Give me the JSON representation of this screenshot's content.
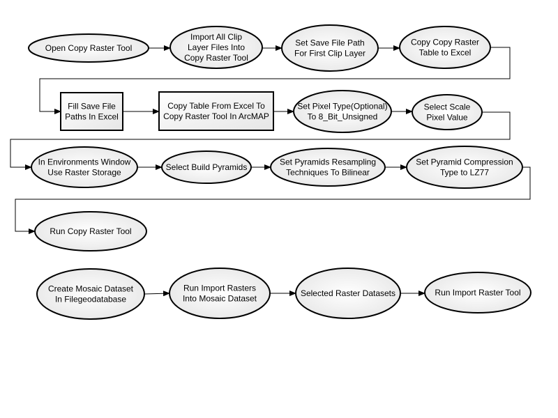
{
  "colors": {
    "fill_light": "#ffffff",
    "fill_dark": "#e6e6e6",
    "stroke": "#000000",
    "background": "#ffffff"
  },
  "nodes": [
    {
      "id": "open-copy-raster-tool",
      "shape": "ellipse",
      "lines": [
        "Open Copy Raster Tool"
      ]
    },
    {
      "id": "import-clip-layer-files",
      "shape": "ellipse",
      "lines": [
        "Import All Clip",
        "Layer Files Into",
        "Copy Raster Tool"
      ]
    },
    {
      "id": "set-save-file-path",
      "shape": "ellipse",
      "lines": [
        "Set Save File Path",
        "For First Clip Layer"
      ]
    },
    {
      "id": "copy-raster-table-to-excel",
      "shape": "ellipse",
      "lines": [
        "Copy Copy Raster",
        "Table to Excel"
      ]
    },
    {
      "id": "fill-save-file-paths",
      "shape": "rect",
      "lines": [
        "Fill Save File",
        "Paths In Excel"
      ]
    },
    {
      "id": "copy-table-from-excel",
      "shape": "rect",
      "lines": [
        "Copy Table From Excel To",
        "Copy Raster Tool In ArcMAP"
      ]
    },
    {
      "id": "set-pixel-type",
      "shape": "ellipse",
      "lines": [
        "Set Pixel Type(Optional)",
        "To 8_Bit_Unsigned"
      ]
    },
    {
      "id": "select-scale-pixel-value",
      "shape": "ellipse",
      "lines": [
        "Select Scale",
        "Pixel Value"
      ]
    },
    {
      "id": "environments-raster-storage",
      "shape": "ellipse",
      "lines": [
        "In Environments Window",
        "Use Raster Storage"
      ]
    },
    {
      "id": "select-build-pyramids",
      "shape": "ellipse",
      "lines": [
        "Select Build Pyramids"
      ]
    },
    {
      "id": "set-pyramids-resampling",
      "shape": "ellipse",
      "lines": [
        "Set Pyramids Resampling",
        "Techniques To Bilinear"
      ]
    },
    {
      "id": "set-pyramid-compression",
      "shape": "ellipse",
      "lines": [
        "Set Pyramid Compression",
        "Type to LZ77"
      ]
    },
    {
      "id": "run-copy-raster-tool",
      "shape": "ellipse",
      "lines": [
        "Run Copy Raster Tool"
      ]
    },
    {
      "id": "create-mosaic-dataset",
      "shape": "ellipse",
      "lines": [
        "Create Mosaic Dataset",
        "In Filegeodatabase"
      ]
    },
    {
      "id": "run-import-rasters",
      "shape": "ellipse",
      "lines": [
        "Run Import Rasters",
        "Into Mosaic Dataset"
      ]
    },
    {
      "id": "selected-raster-datasets",
      "shape": "ellipse",
      "lines": [
        "Selected Raster Datasets"
      ]
    },
    {
      "id": "run-import-raster-tool",
      "shape": "ellipse",
      "lines": [
        "Run Import Raster Tool"
      ]
    }
  ],
  "edges": [
    {
      "from": "open-copy-raster-tool",
      "to": "import-clip-layer-files"
    },
    {
      "from": "import-clip-layer-files",
      "to": "set-save-file-path"
    },
    {
      "from": "set-save-file-path",
      "to": "copy-raster-table-to-excel"
    },
    {
      "from": "copy-raster-table-to-excel",
      "to": "fill-save-file-paths"
    },
    {
      "from": "fill-save-file-paths",
      "to": "copy-table-from-excel"
    },
    {
      "from": "copy-table-from-excel",
      "to": "set-pixel-type"
    },
    {
      "from": "set-pixel-type",
      "to": "select-scale-pixel-value"
    },
    {
      "from": "select-scale-pixel-value",
      "to": "environments-raster-storage"
    },
    {
      "from": "environments-raster-storage",
      "to": "select-build-pyramids"
    },
    {
      "from": "select-build-pyramids",
      "to": "set-pyramids-resampling"
    },
    {
      "from": "set-pyramids-resampling",
      "to": "set-pyramid-compression"
    },
    {
      "from": "set-pyramid-compression",
      "to": "run-copy-raster-tool"
    },
    {
      "from": "create-mosaic-dataset",
      "to": "run-import-rasters"
    },
    {
      "from": "run-import-rasters",
      "to": "selected-raster-datasets"
    },
    {
      "from": "selected-raster-datasets",
      "to": "run-import-raster-tool"
    }
  ]
}
